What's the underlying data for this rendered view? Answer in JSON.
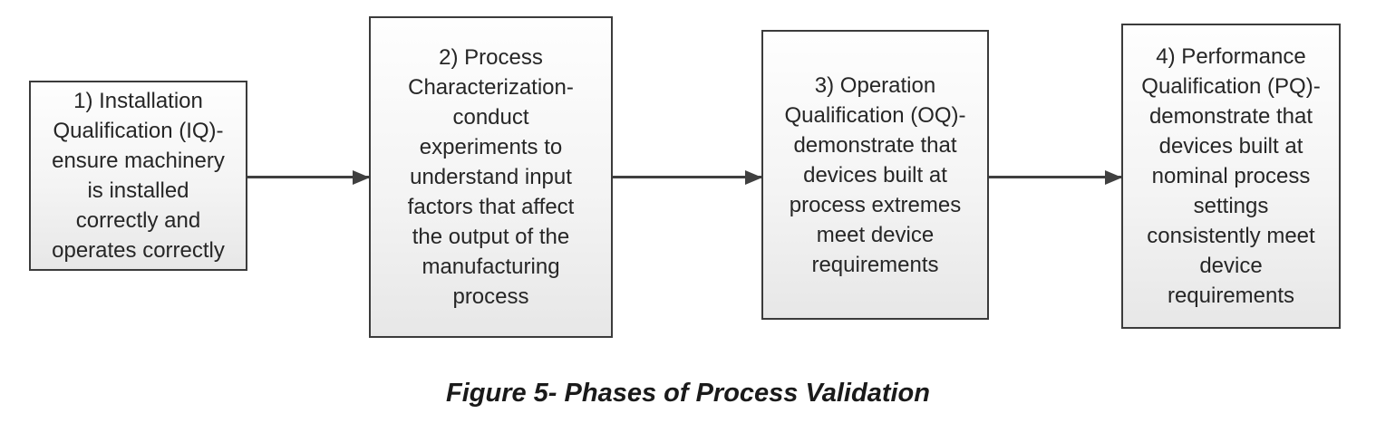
{
  "diagram": {
    "caption": "Figure 5- Phases of Process Validation",
    "phases": [
      {
        "step": 1,
        "name": "Installation Qualification (IQ)",
        "text": "1) Installation\nQualification (IQ)-\nensure machinery\nis installed\ncorrectly and\noperates correctly"
      },
      {
        "step": 2,
        "name": "Process Characterization",
        "text": "2) Process\nCharacterization-\nconduct\nexperiments to\nunderstand input\nfactors that affect\nthe output of the\nmanufacturing\nprocess"
      },
      {
        "step": 3,
        "name": "Operation Qualification (OQ)",
        "text": "3) Operation\nQualification (OQ)-\ndemonstrate that\ndevices built at\nprocess extremes\nmeet device\nrequirements"
      },
      {
        "step": 4,
        "name": "Performance Qualification (PQ)",
        "text": "4) Performance\nQualification (PQ)-\ndemonstrate that\ndevices built at\nnominal process\nsettings\nconsistently meet\ndevice\nrequirements"
      }
    ],
    "connectors": [
      {
        "from": 1,
        "to": 2,
        "type": "arrow-right"
      },
      {
        "from": 2,
        "to": 3,
        "type": "arrow-right"
      },
      {
        "from": 3,
        "to": 4,
        "type": "arrow-right"
      }
    ],
    "colors": {
      "box_fill_top": "#fefefe",
      "box_fill_bottom": "#e7e7e7",
      "box_border": "#3b3b3b",
      "arrow": "#404040",
      "text": "#262626"
    }
  }
}
